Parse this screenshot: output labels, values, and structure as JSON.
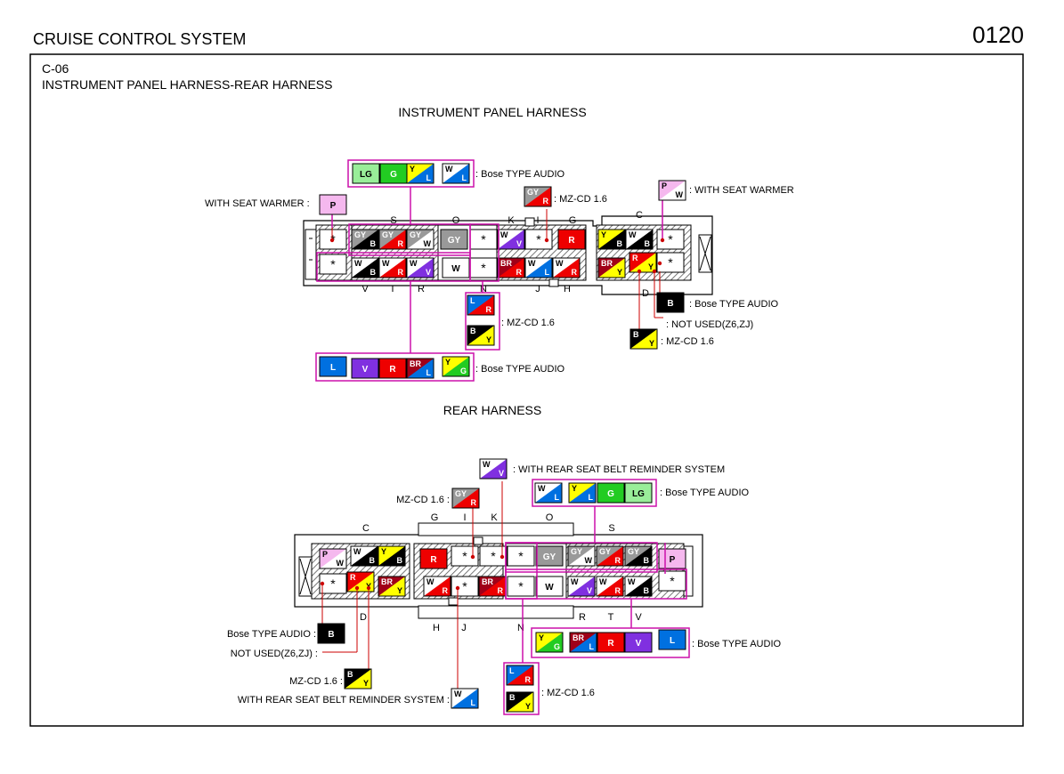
{
  "header": {
    "title": "CRUISE CONTROL SYSTEM",
    "page_number": "0120"
  },
  "connector": {
    "code": "C-06",
    "name": "INSTRUMENT PANEL HARNESS-REAR HARNESS"
  },
  "colors": {
    "W": "#ffffff",
    "B": "#000000",
    "R": "#ee0000",
    "Y": "#ffff00",
    "G": "#22cc22",
    "L": "#0070e0",
    "V": "#8030e0",
    "GY": "#999999",
    "BR": "#a00018",
    "P": "#f5b8ee",
    "LG": "#99ee99",
    "outline_accent": "#cc11aa",
    "leader_line": "#cc0000"
  },
  "labels": {
    "bose": "Bose TYPE AUDIO",
    "mzcd": "MZ-CD 1.6",
    "seat_warmer": "WITH SEAT WARMER",
    "not_used": "NOT USED(Z6,ZJ)",
    "rear_belt": "WITH REAR SEAT BELT REMINDER SYSTEM",
    "unused_cavity": "*"
  },
  "instrument_panel": {
    "title": "INSTRUMENT PANEL HARNESS",
    "terminal_letters": [
      "S",
      "O",
      "K",
      "I",
      "G",
      "C",
      "V",
      "T",
      "R",
      "N",
      "J",
      "H",
      "D"
    ],
    "label_seat_warmer_left": "WITH SEAT WARMER :",
    "label_seat_warmer_right": ": WITH SEAT WARMER",
    "label_bose_top": ": Bose TYPE AUDIO",
    "label_mz_top": ": MZ-CD 1.6",
    "label_mz_n": ": MZ-CD 1.6",
    "label_bose_bottom": ": Bose TYPE AUDIO",
    "label_bose_d": ": Bose TYPE AUDIO",
    "label_not_used_d": ": NOT USED(Z6,ZJ)",
    "label_mz_d": ": MZ-CD 1.6"
  },
  "rear_harness": {
    "title": "REAR HARNESS",
    "terminal_letters": [
      "C",
      "G",
      "I",
      "K",
      "O",
      "S",
      "D",
      "H",
      "J",
      "N",
      "R",
      "T",
      "V"
    ],
    "label_belt_top": ": WITH REAR SEAT BELT REMINDER SYSTEM",
    "label_mz_i": "MZ-CD 1.6 :",
    "label_bose_top": ": Bose TYPE AUDIO",
    "label_bose_c": "Bose TYPE AUDIO :",
    "label_not_used": "NOT USED(Z6,ZJ) :",
    "label_mz_d": "MZ-CD 1.6 :",
    "label_belt_bottom": "WITH REAR SEAT BELT REMINDER SYSTEM :",
    "label_bose_bottom": ": Bose TYPE AUDIO",
    "label_mz_n": ": MZ-CD 1.6"
  }
}
